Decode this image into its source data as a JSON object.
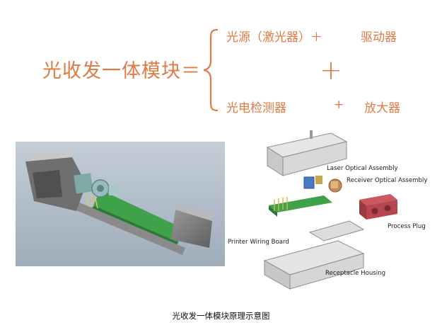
{
  "formula": {
    "lhs": "光收发一体模块＝",
    "row1_a": "光源（激光器）＋",
    "row1_b": "驱动器",
    "big_plus": "+",
    "row2_a": "光电检测器",
    "row2_plus": "+",
    "row2_b": "放大器"
  },
  "diagram": {
    "labels": {
      "laser": "Laser Optical Assembly",
      "receiver": "Receiver Optical Assembly",
      "process_plug": "Process Plug",
      "printer_wiring": "Printer Wiring Board",
      "receptacle": "Receptacle Housing"
    }
  },
  "caption": "光收发一体模块原理示意图",
  "colors": {
    "accent_orange": "#e07a45",
    "pcb_green": "#3fa14a",
    "plug_red": "#b7464f",
    "photo_bg": "#aab7c2"
  }
}
